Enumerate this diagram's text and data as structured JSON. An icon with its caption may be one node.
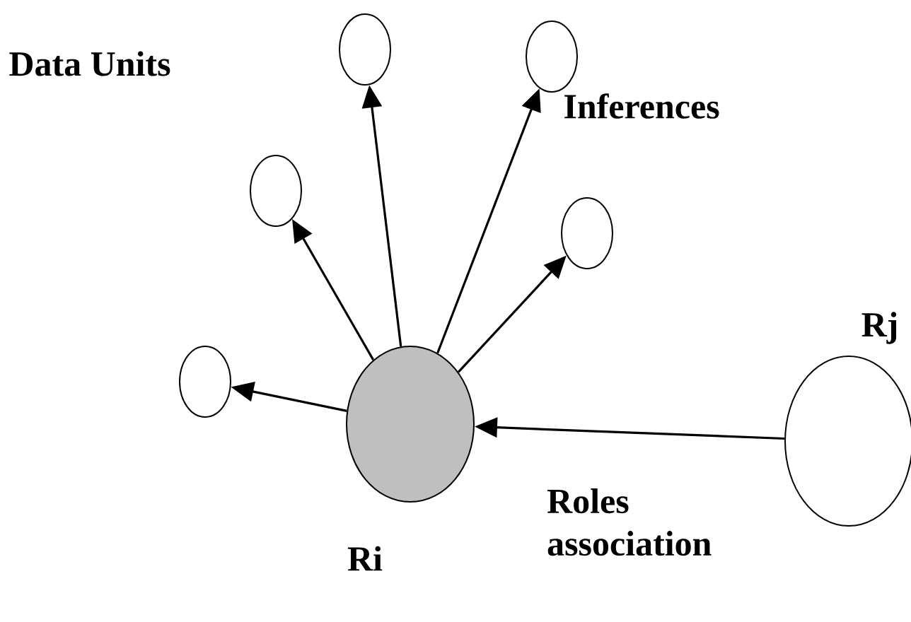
{
  "diagram": {
    "nodes": [
      {
        "text": [],
        "shape": "circle"
      },
      {
        "text": [],
        "shape": "circle"
      },
      {
        "text": [],
        "shape": "circle"
      },
      {
        "text": [],
        "shape": "circle"
      },
      {
        "text": [],
        "shape": "circle"
      },
      {
        "text": [
          "Ri"
        ]
      },
      {
        "text": [
          "Rj"
        ]
      }
    ],
    "edges": [
      {
        "from": 5,
        "to": 0,
        "arrow": "to"
      },
      {
        "from": 5,
        "to": 1,
        "arrow": "to"
      },
      {
        "from": 5,
        "to": 2,
        "arrow": "to"
      },
      {
        "from": 5,
        "to": 3,
        "arrow": "to"
      },
      {
        "from": 5,
        "to": 4,
        "arrow": "to"
      },
      {
        "from": 6,
        "to": 5,
        "arrow": "to",
        "label": "Roles association"
      }
    ],
    "labels": [
      "Data Units",
      "Inferences"
    ]
  }
}
